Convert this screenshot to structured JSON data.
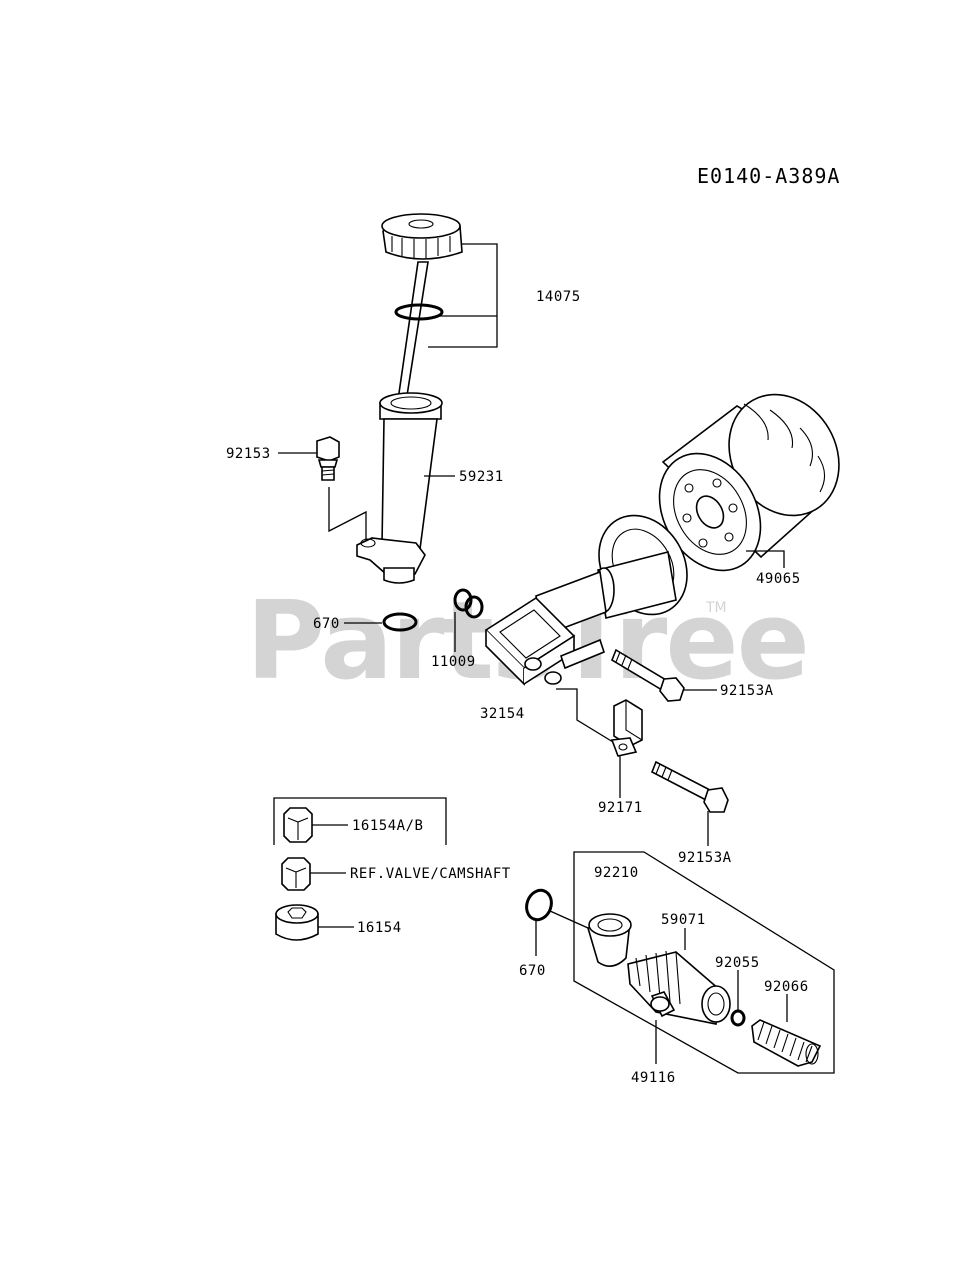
{
  "diagram_code": "E0140-A389A",
  "watermark": {
    "text": "PartsTree",
    "trademark": "TM"
  },
  "labels": {
    "p14075": "14075",
    "p92153": "92153",
    "p59231": "59231",
    "p670_top": "670",
    "p11009": "11009",
    "p49065": "49065",
    "p92153A_1": "92153A",
    "p32154": "32154",
    "p92171": "92171",
    "p92153A_2": "92153A",
    "p16154AB": "16154A/B",
    "ref_valve_camshaft": "REF.VALVE/CAMSHAFT",
    "p16154": "16154",
    "p92210": "92210",
    "p670_bottom": "670",
    "p59071": "59071",
    "p92055": "92055",
    "p92066": "92066",
    "p49116": "49116"
  }
}
